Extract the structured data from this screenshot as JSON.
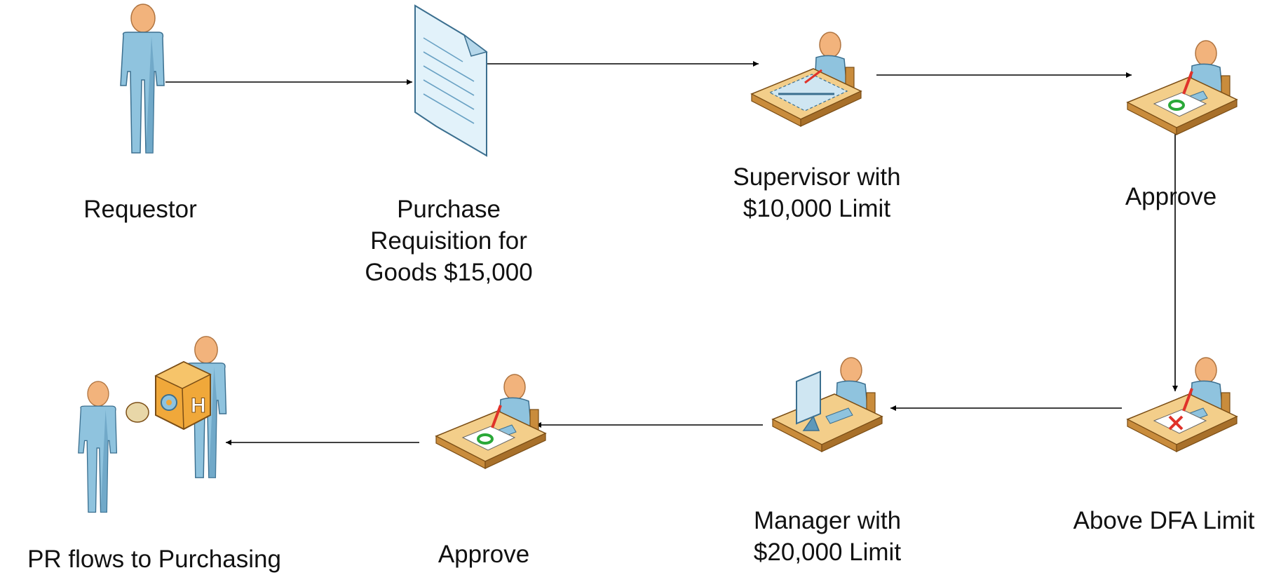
{
  "diagram": {
    "nodes": [
      {
        "id": "requestor",
        "icon": "standing-person-icon",
        "label_lines": [
          "Requestor"
        ]
      },
      {
        "id": "purchase-requisition",
        "icon": "document-icon",
        "label_lines": [
          "Purchase",
          "Requisition for",
          "Goods $15,000"
        ]
      },
      {
        "id": "supervisor",
        "icon": "person-at-desk-planning-icon",
        "label_lines": [
          "Supervisor with",
          "$10,000 Limit"
        ]
      },
      {
        "id": "approve-top",
        "icon": "person-signing-approve-icon",
        "label_lines": [
          "Approve"
        ]
      },
      {
        "id": "above-dfa",
        "icon": "person-signing-reject-icon",
        "label_lines": [
          "Above DFA Limit"
        ]
      },
      {
        "id": "manager",
        "icon": "person-at-computer-icon",
        "label_lines": [
          "Manager with",
          "$20,000 Limit"
        ]
      },
      {
        "id": "approve-bottom",
        "icon": "person-signing-approve-icon",
        "label_lines": [
          "Approve"
        ]
      },
      {
        "id": "purchasing",
        "icon": "people-exchanging-package-icon",
        "label_lines": [
          "PR flows to Purchasing"
        ]
      }
    ],
    "edges": [
      {
        "from": "requestor",
        "to": "purchase-requisition"
      },
      {
        "from": "purchase-requisition",
        "to": "supervisor"
      },
      {
        "from": "supervisor",
        "to": "approve-top"
      },
      {
        "from": "approve-top",
        "to": "above-dfa"
      },
      {
        "from": "above-dfa",
        "to": "manager"
      },
      {
        "from": "manager",
        "to": "approve-bottom"
      },
      {
        "from": "approve-bottom",
        "to": "purchasing"
      }
    ],
    "colors": {
      "person_body": "#8fc3de",
      "person_body_dark": "#5d98ba",
      "person_head": "#f2b37c",
      "desk_top": "#f3ce8a",
      "desk_side": "#c98c3c",
      "document": "#e2f2fa",
      "approve_mark": "#2aa838",
      "reject_mark": "#e0322a",
      "package": "#f0a83a",
      "arrow": "#000000"
    }
  }
}
